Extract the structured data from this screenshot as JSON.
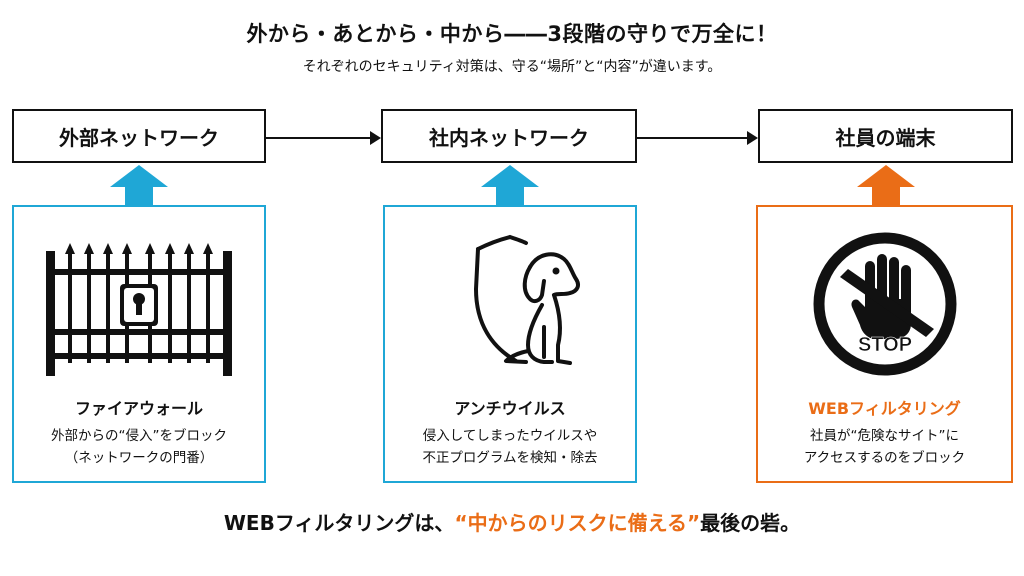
{
  "header": {
    "title": "外から・あとから・中から――3段階の守りで万全に！",
    "subtitle": "それぞれのセキュリティ対策は、守る“場所”と“内容”が違います。"
  },
  "stages": [
    {
      "label": "外部ネットワーク"
    },
    {
      "label": "社内ネットワーク"
    },
    {
      "label": "社員の端末"
    }
  ],
  "cards": [
    {
      "title": "ファイアウォール",
      "desc_line1": "外部からの“侵入”をブロック",
      "desc_line2": "（ネットワークの門番）",
      "icon": "gate-lock-icon"
    },
    {
      "title": "アンチウイルス",
      "desc_line1": "侵入してしまったウイルスや",
      "desc_line2": "不正プログラムを検知・除去",
      "icon": "shield-dog-icon"
    },
    {
      "title": "WEBフィルタリング",
      "desc_line1": "社員が“危険なサイト”に",
      "desc_line2": "アクセスするのをブロック",
      "icon": "stop-hand-icon",
      "stop_text": "STOP"
    }
  ],
  "footer": {
    "part1": "WEBフィルタリングは、",
    "highlight": "“中からのリスクに備える”",
    "part2": "最後の砦。"
  },
  "colors": {
    "blue": "#1fa7d6",
    "orange": "#ea6d17",
    "ink": "#111111"
  }
}
